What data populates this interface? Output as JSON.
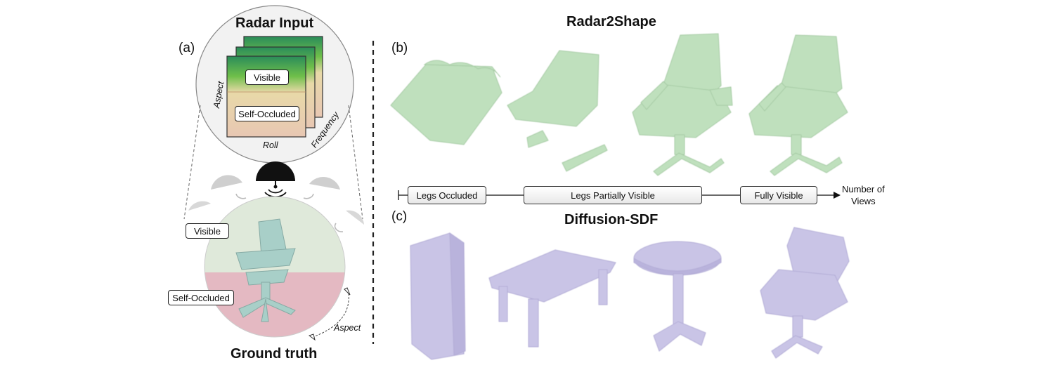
{
  "panel_a": {
    "label": "(a)",
    "radar_input_title": "Radar Input",
    "visible_label": "Visible",
    "self_occluded_label": "Self-Occluded",
    "axis_aspect": "Aspect",
    "axis_roll": "Roll",
    "axis_frequency": "Frequency",
    "sphere_visible_label": "Visible",
    "sphere_self_occluded_label": "Self-Occluded",
    "sphere_aspect": "Aspect",
    "ground_truth_title": "Ground truth"
  },
  "panel_b": {
    "label": "(b)",
    "title": "Radar2Shape",
    "shapes": [
      "sofa-shape",
      "chair-shape",
      "office-chair-shape",
      "office-chair-shape"
    ]
  },
  "timeline": {
    "stage_1": "Legs Occluded",
    "stage_2": "Legs Partially Visible",
    "stage_3": "Fully Visible",
    "axis_label_line1": "Number of",
    "axis_label_line2": "Views"
  },
  "panel_c": {
    "label": "(c)",
    "title": "Diffusion-SDF",
    "shapes": [
      "cabinet-shape",
      "table-shape",
      "round-table-shape",
      "chair-shape"
    ]
  },
  "colors": {
    "radar2shape_mesh": "#bfe0bd",
    "diffusion_mesh": "#c9c4e6",
    "sphere_top": "#dfe9da",
    "sphere_bottom": "#e4b9c2",
    "gt_chair": "#a8cfc8"
  }
}
